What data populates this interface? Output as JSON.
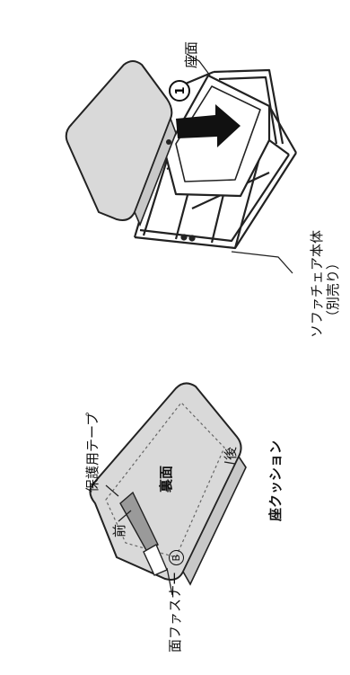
{
  "labels": {
    "seat_surface": "座面",
    "step_number": "1",
    "sofa_chair_body_line1": "ソファチェア本体",
    "sofa_chair_body_line2": "（別売り）",
    "protective_tape": "保護用テープ",
    "back_side": "裏面",
    "rear": "後",
    "front": "前",
    "hook_fastener": "面ファスナー",
    "fastener_marker": "B",
    "seat_cushion": "座クッション"
  },
  "colors": {
    "cushion_fill": "#d9d9d9",
    "line": "#222222",
    "arrow": "#111111",
    "tape_fill": "#9a9a9a"
  }
}
